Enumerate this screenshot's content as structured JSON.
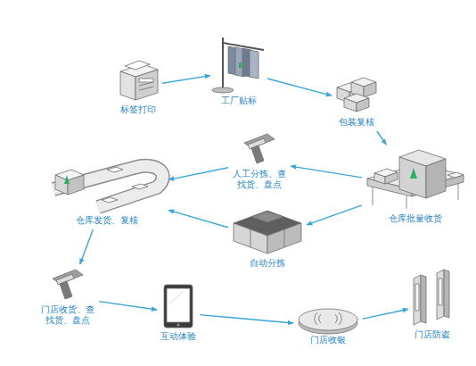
{
  "diagram": {
    "nodes": [
      {
        "text": [
          "标签打印"
        ]
      },
      {
        "text": [
          "工厂贴标"
        ]
      },
      {
        "text": [
          "包装复核"
        ]
      },
      {
        "text": [
          "人工分拣、查找货、盘点"
        ]
      },
      {
        "text": [
          "仓库批量收货"
        ]
      },
      {
        "text": [
          "自动分拣"
        ]
      },
      {
        "text": [
          "仓库发货、复核"
        ]
      },
      {
        "text": [
          "门店收货、查找货、盘点"
        ]
      },
      {
        "text": [
          "互动体验"
        ]
      },
      {
        "text": [
          "门店收银"
        ]
      },
      {
        "text": [
          "门店防盗"
        ]
      }
    ],
    "edges": [
      {
        "from": 0,
        "to": 1,
        "arrow": "to"
      },
      {
        "from": 1,
        "to": 2,
        "arrow": "to"
      },
      {
        "from": 2,
        "to": 4,
        "arrow": "to"
      },
      {
        "from": 4,
        "to": 3,
        "arrow": "to"
      },
      {
        "from": 4,
        "to": 5,
        "arrow": "to"
      },
      {
        "from": 3,
        "to": 6,
        "arrow": "to"
      },
      {
        "from": 5,
        "to": 6,
        "arrow": "to"
      },
      {
        "from": 6,
        "to": 7,
        "arrow": "to"
      },
      {
        "from": 7,
        "to": 8,
        "arrow": "to"
      },
      {
        "from": 8,
        "to": 9,
        "arrow": "to"
      },
      {
        "from": 9,
        "to": 10,
        "arrow": "to"
      }
    ]
  }
}
